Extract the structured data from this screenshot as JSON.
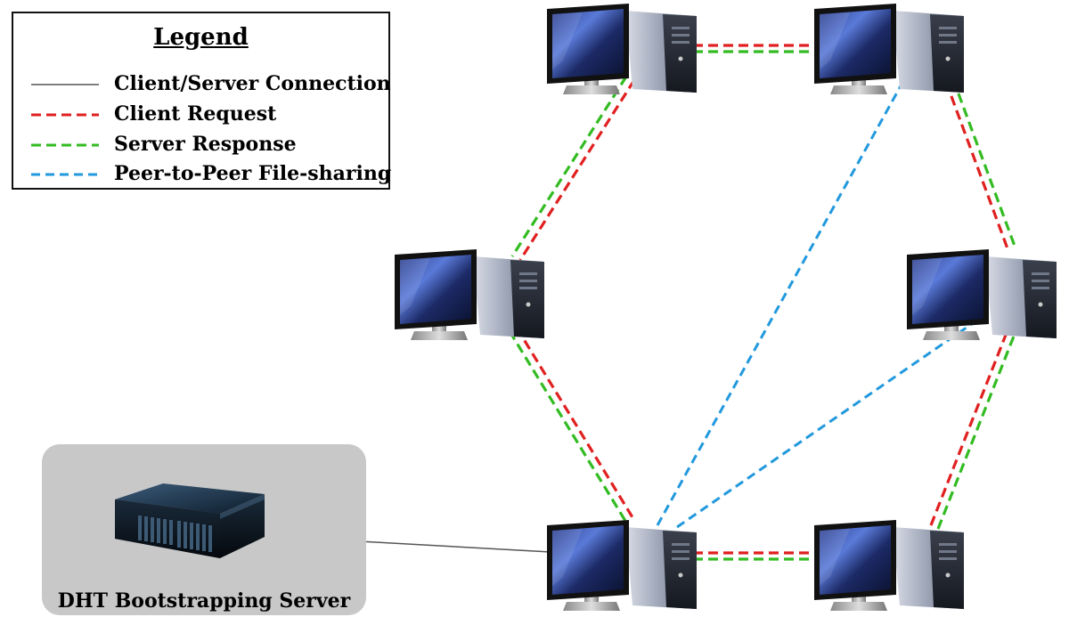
{
  "legend": {
    "title": "Legend",
    "items": [
      {
        "label": "Client/Server Connection",
        "color": "#555555",
        "style": "solid"
      },
      {
        "label": "Client Request",
        "color": "#e02020",
        "style": "dashed"
      },
      {
        "label": "Server Response",
        "color": "#33bb22",
        "style": "dashed"
      },
      {
        "label": "Peer-to-Peer File-sharing",
        "color": "#2299dd",
        "style": "dashed"
      }
    ]
  },
  "server": {
    "label": "DHT Bootstrapping Server",
    "icon": "rack-server-icon"
  },
  "nodes": [
    {
      "id": "top-left",
      "icon": "desktop-computer-icon"
    },
    {
      "id": "top-right",
      "icon": "desktop-computer-icon"
    },
    {
      "id": "middle-left",
      "icon": "desktop-computer-icon"
    },
    {
      "id": "middle-right",
      "icon": "desktop-computer-icon"
    },
    {
      "id": "bottom-left",
      "icon": "desktop-computer-icon"
    },
    {
      "id": "bottom-right",
      "icon": "desktop-computer-icon"
    }
  ],
  "links": [
    {
      "from": "top-left",
      "to": "top-right",
      "type": "request-response"
    },
    {
      "from": "top-left",
      "to": "middle-left",
      "type": "request-response"
    },
    {
      "from": "middle-left",
      "to": "bottom-left",
      "type": "request-response"
    },
    {
      "from": "bottom-left",
      "to": "bottom-right",
      "type": "request-response"
    },
    {
      "from": "bottom-right",
      "to": "middle-right",
      "type": "request-response"
    },
    {
      "from": "middle-right",
      "to": "top-right",
      "type": "request-response"
    },
    {
      "from": "bottom-left",
      "to": "top-right",
      "type": "peer-to-peer"
    },
    {
      "from": "bottom-left",
      "to": "middle-right",
      "type": "peer-to-peer"
    },
    {
      "from": "server",
      "to": "bottom-left",
      "type": "client-server"
    }
  ]
}
